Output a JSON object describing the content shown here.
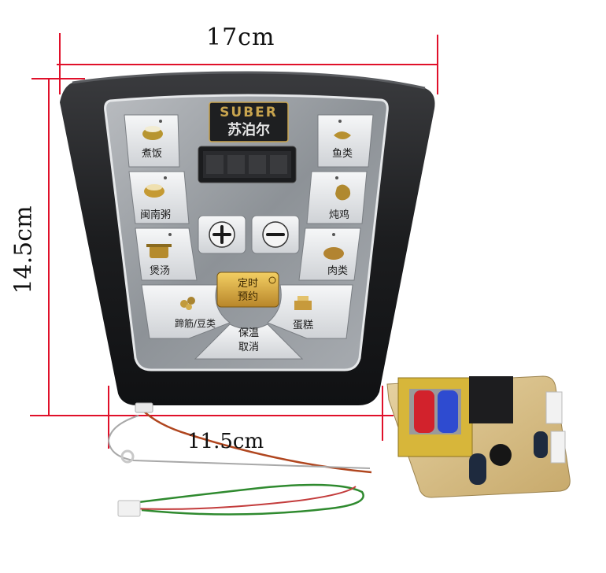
{
  "dimensions": {
    "width_label": "17cm",
    "height_label": "14.5cm",
    "pcb_label": "11.5cm"
  },
  "brand": {
    "logo_en": "SUBER",
    "logo_cn": "苏泊尔"
  },
  "buttons": {
    "cook_rice": "煮饭",
    "minnan_porridge": "闽南粥",
    "soup": "煲汤",
    "trotters_beans": "蹄筋/豆类",
    "keep_warm": "保温",
    "cancel": "取消",
    "cake": "蛋糕",
    "meat": "肉类",
    "stew_chicken": "炖鸡",
    "fish": "鱼类",
    "timer": "定时",
    "preset": "预约"
  },
  "colors": {
    "panel": "#1c1d1f",
    "faceplate": "#9ea3a8",
    "button": "#e9eaec",
    "timer_button": "#e0b343",
    "dimension_line": "#e0102a",
    "pcb": "#d9c08a"
  },
  "icons": [
    "plus-icon",
    "minus-icon",
    "rice-bowl-icon",
    "porridge-icon",
    "soup-pot-icon",
    "beans-icon",
    "cake-icon",
    "meat-icon",
    "chicken-icon",
    "fish-icon",
    "clock-icon"
  ]
}
